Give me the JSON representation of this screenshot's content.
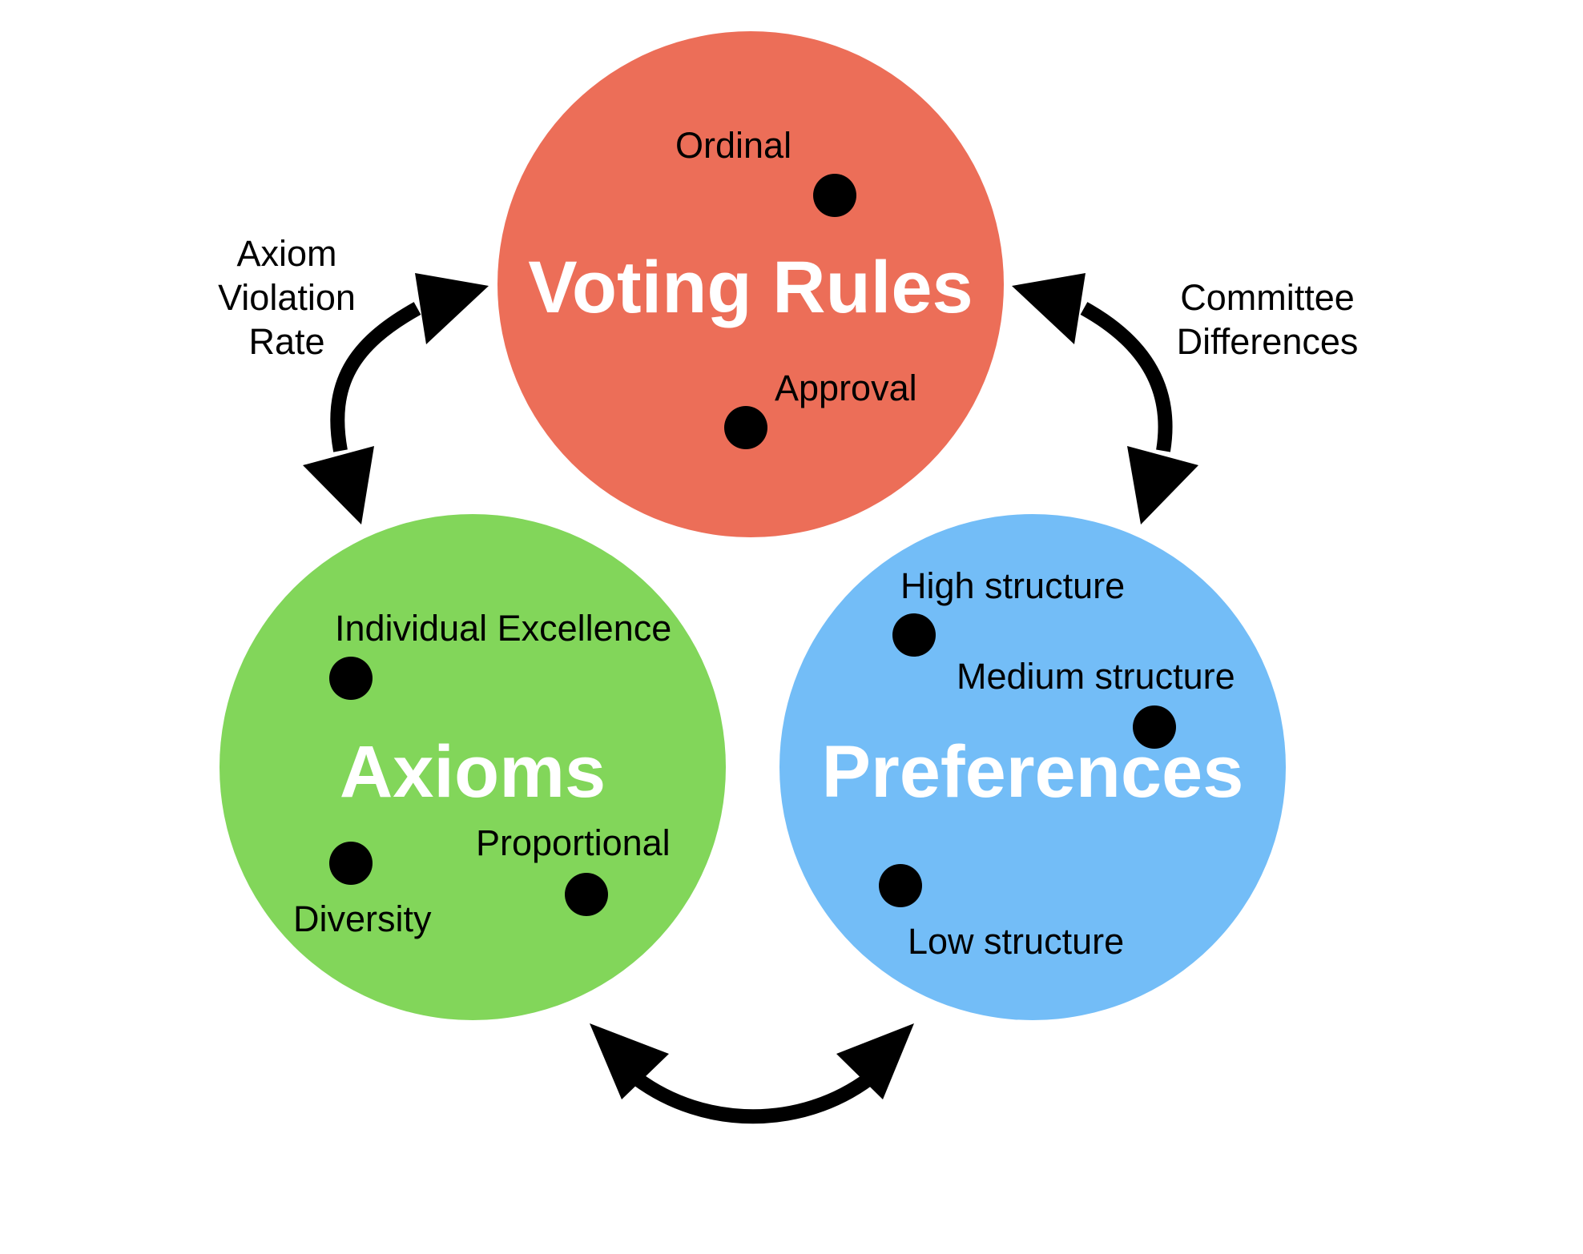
{
  "nodes": {
    "voting_rules": {
      "title": "Voting Rules",
      "color": "#ec6e58",
      "points": [
        "Ordinal",
        "Approval"
      ]
    },
    "axioms": {
      "title": "Axioms",
      "color": "#82d65a",
      "points": [
        "Individual Excellence",
        "Diversity",
        "Proportional"
      ]
    },
    "preferences": {
      "title": "Preferences",
      "color": "#73bdf7",
      "points": [
        "High structure",
        "Medium structure",
        "Low structure"
      ]
    }
  },
  "edges": {
    "voting_rules_axioms": {
      "label_lines": [
        "Axiom",
        "Violation",
        "Rate"
      ]
    },
    "voting_rules_preferences": {
      "label_lines": [
        "Committee",
        "Differences"
      ]
    },
    "axioms_preferences": {
      "label_lines": []
    }
  }
}
